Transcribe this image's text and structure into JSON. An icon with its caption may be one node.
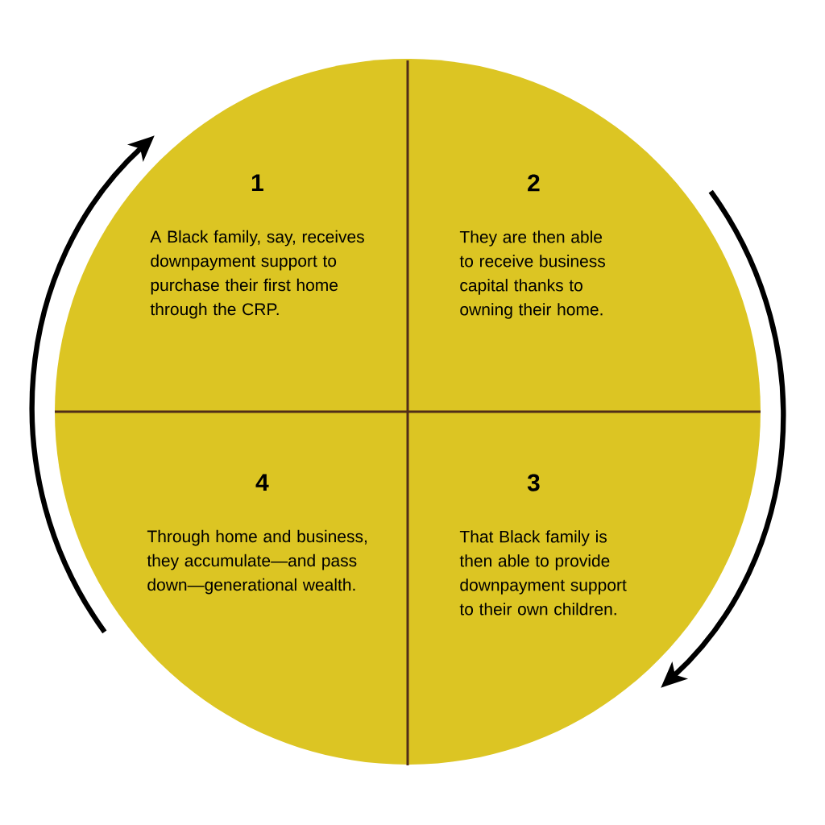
{
  "diagram": {
    "nodes": [
      {
        "text": [
          "1",
          "A Black family, say, receives downpayment support to purchase their first home through the CRP."
        ]
      },
      {
        "text": [
          "2",
          "They are then able to receive business capital thanks to owning their home."
        ]
      },
      {
        "text": [
          "3",
          "That Black family is then able to provide downpayment support to their own children."
        ]
      },
      {
        "text": [
          "4",
          "Through home and business, they accumulate—and pass down—generational wealth."
        ]
      }
    ],
    "edges": [
      {
        "from": 1,
        "to": 2,
        "arrow": "to"
      },
      {
        "from": 3,
        "to": 0,
        "arrow": "to"
      }
    ]
  }
}
